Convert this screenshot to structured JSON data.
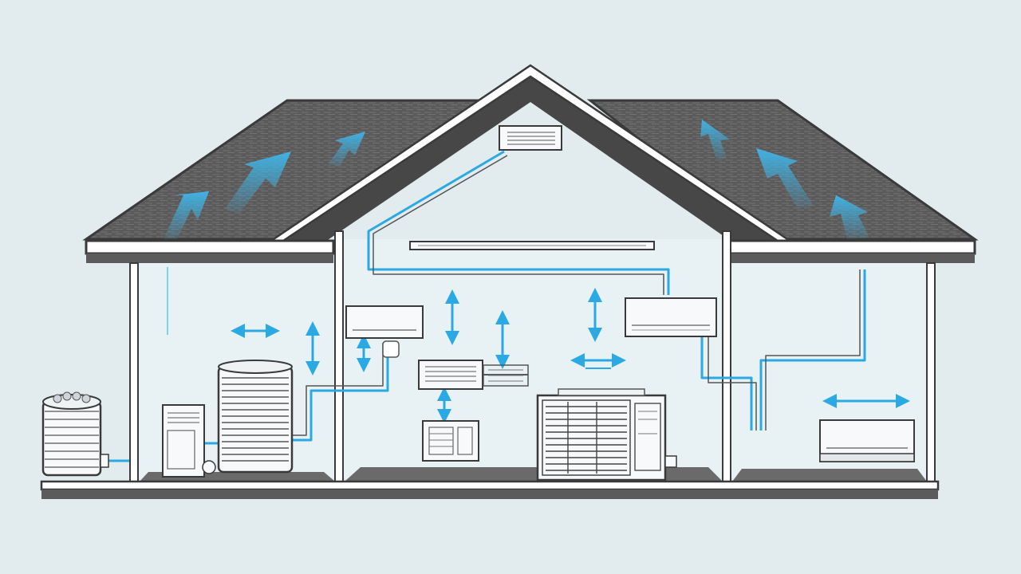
{
  "colors": {
    "background": "#e2ecef",
    "roof": "#5b5b5b",
    "roof_texture": "#6e6e6e",
    "outline": "#3a3a3a",
    "wall_fill": "#e8f1f4",
    "floor": "#6a6a6a",
    "airflow": "#3fb6ea",
    "pipe": "#2aa9e3",
    "unit_fill": "#f7f9fa"
  },
  "components": [
    {
      "id": "water-tank",
      "icon": "water-tank-icon"
    },
    {
      "id": "air-handler",
      "icon": "air-handler-icon"
    },
    {
      "id": "outdoor-condenser",
      "icon": "condenser-icon"
    },
    {
      "id": "mini-split-left",
      "icon": "mini-split-icon"
    },
    {
      "id": "attic-air-handler",
      "icon": "mini-split-icon"
    },
    {
      "id": "ceiling-vent",
      "icon": "vent-icon"
    },
    {
      "id": "mini-split-right",
      "icon": "mini-split-icon"
    },
    {
      "id": "mini-split-far-right",
      "icon": "mini-split-icon"
    },
    {
      "id": "thermostat-panel",
      "icon": "control-panel-icon"
    },
    {
      "id": "window-unit",
      "icon": "window-ac-icon"
    },
    {
      "id": "large-condenser",
      "icon": "condenser-icon"
    }
  ]
}
